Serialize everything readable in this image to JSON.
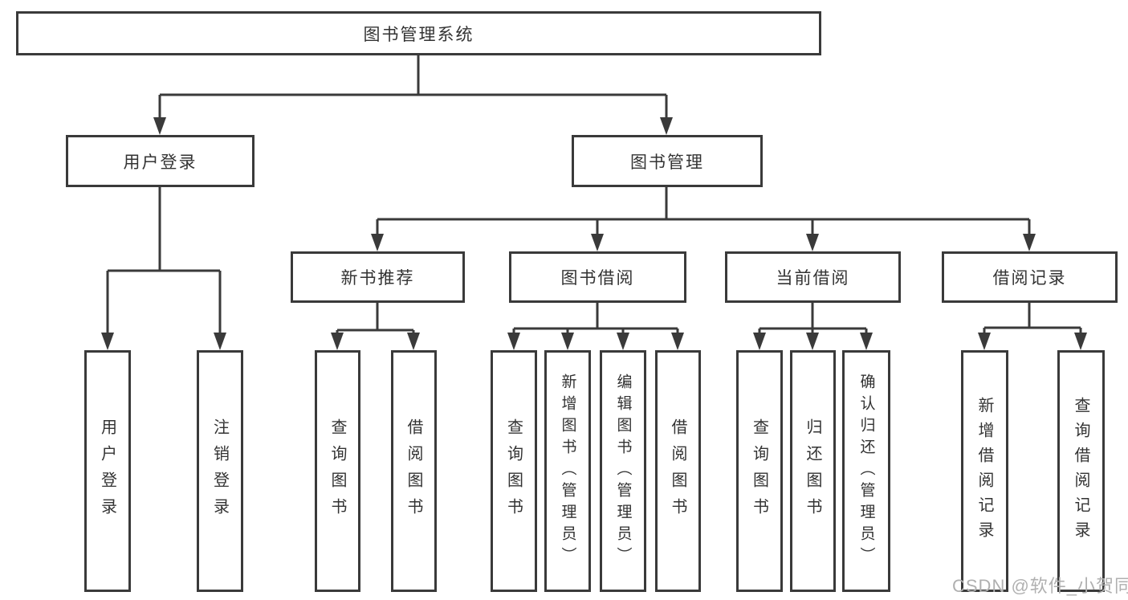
{
  "diagram": {
    "tree": {
      "label": "图书管理系统",
      "children": [
        {
          "label": "用户登录",
          "children": [
            {
              "label": "用户登录"
            },
            {
              "label": "注销登录"
            }
          ]
        },
        {
          "label": "图书管理",
          "children": [
            {
              "label": "新书推荐",
              "children": [
                {
                  "label": "查询图书"
                },
                {
                  "label": "借阅图书"
                }
              ]
            },
            {
              "label": "图书借阅",
              "children": [
                {
                  "label": "查询图书"
                },
                {
                  "label": "新增图书（管理员）"
                },
                {
                  "label": "编辑图书（管理员）"
                },
                {
                  "label": "借阅图书"
                }
              ]
            },
            {
              "label": "当前借阅",
              "children": [
                {
                  "label": "查询图书"
                },
                {
                  "label": "归还图书"
                },
                {
                  "label": "确认归还（管理员）"
                }
              ]
            },
            {
              "label": "借阅记录",
              "children": [
                {
                  "label": "新增借阅记录"
                },
                {
                  "label": "查询借阅记录"
                }
              ]
            }
          ]
        }
      ]
    },
    "watermark": "CSDN @软件_小贺同学",
    "colors": {
      "line": "#3a3a3a",
      "text": "#333333",
      "background": "#ffffff",
      "watermark": "#b0b0b0"
    }
  }
}
